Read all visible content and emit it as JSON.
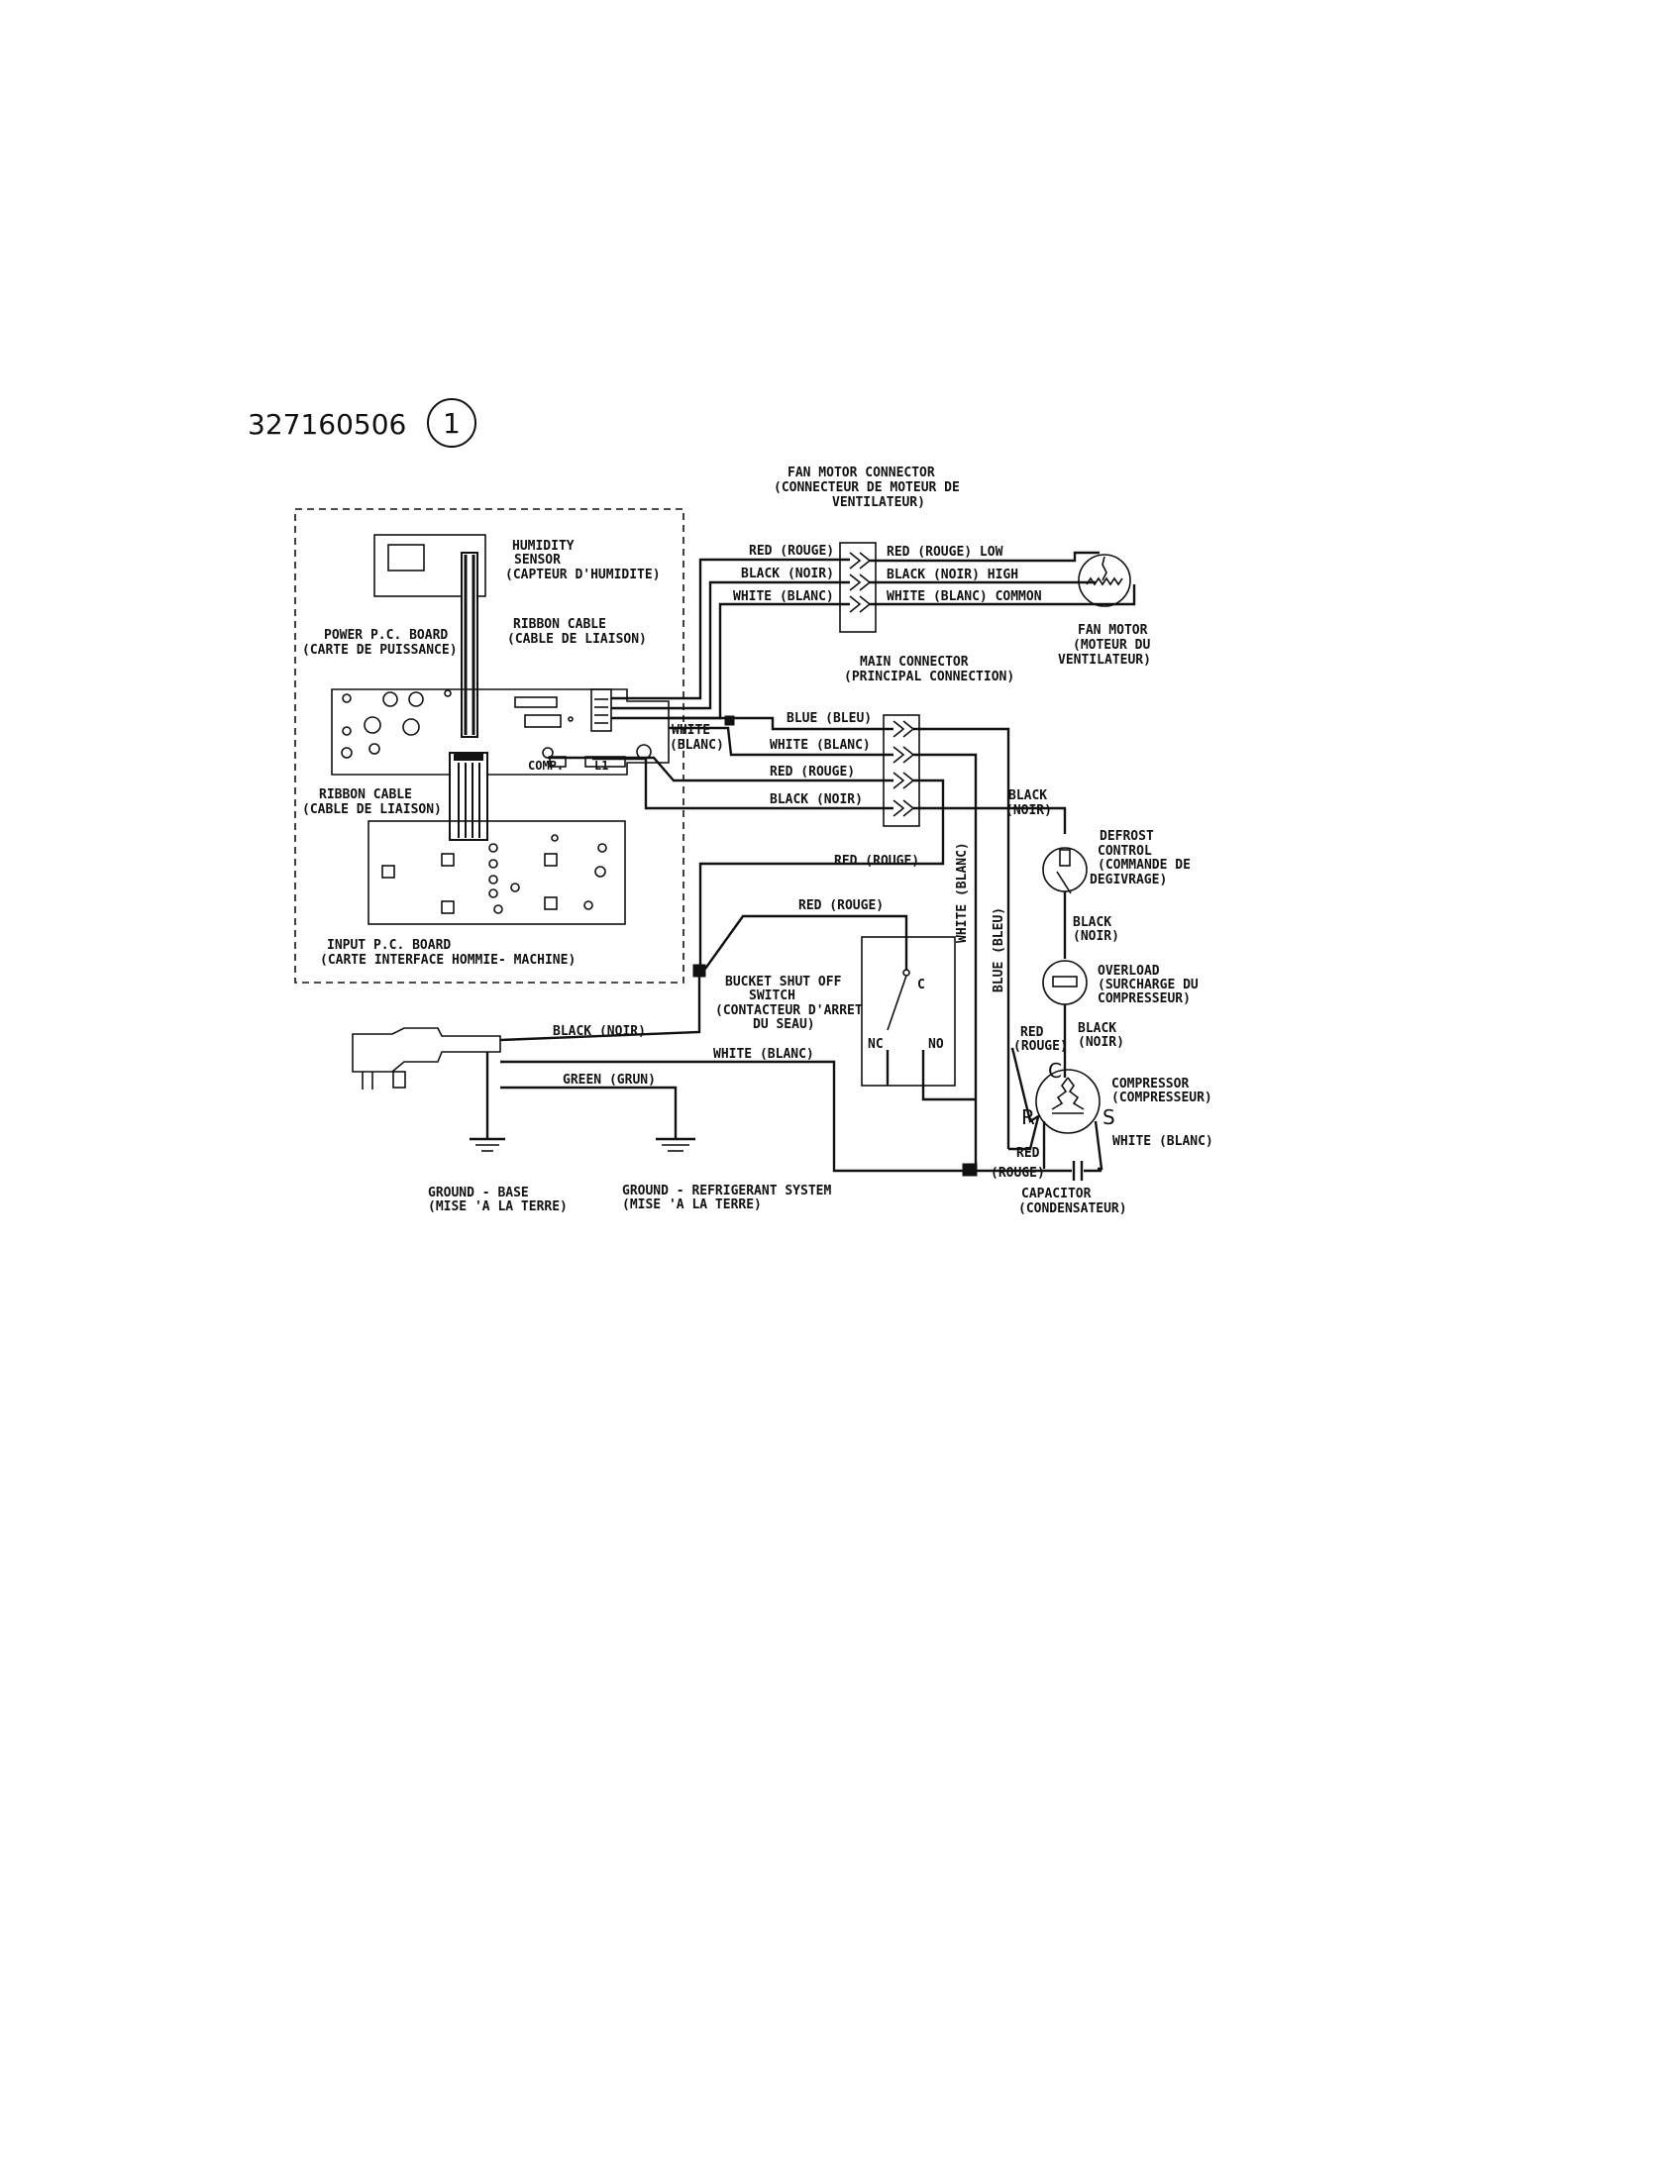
{
  "header": {
    "part_number": "327160506",
    "sheet_number": "1"
  },
  "labels": {
    "fan_connector": [
      "FAN MOTOR CONNECTOR",
      "(CONNECTEUR DE MOTEUR DE",
      "VENTILATEUR)"
    ],
    "fan_motor": [
      "FAN MOTOR",
      "(MOTEUR DU",
      "VENTILATEUR)"
    ],
    "main_connector": [
      "MAIN CONNECTOR",
      "(PRINCIPAL CONNECTION)"
    ],
    "humidity_sensor": [
      "HUMIDITY",
      "SENSOR",
      "(CAPTEUR D'HUMIDITE)"
    ],
    "ribbon_cable_top": [
      "RIBBON CABLE",
      "(CABLE DE LIAISON)"
    ],
    "power_board": [
      "POWER P.C. BOARD",
      "(CARTE DE PUISSANCE)"
    ],
    "ribbon_cable_bottom": [
      "RIBBON CABLE",
      "(CABLE DE LIAISON)"
    ],
    "input_board": [
      "INPUT P.C. BOARD",
      "(CARTE INTERFACE HOMMIE- MACHINE)"
    ],
    "comp": "COMP.",
    "l1": "L1",
    "defrost_control": [
      "DEFROST",
      "CONTROL",
      "(COMMANDE DE",
      "DEGIVRAGE)"
    ],
    "overload": [
      "OVERLOAD",
      "(SURCHARGE DU",
      "COMPRESSEUR)"
    ],
    "compressor": [
      "COMPRESSOR",
      "(COMPRESSEUR)"
    ],
    "capacitor": [
      "CAPACITOR",
      "(CONDENSATEUR)"
    ],
    "bucket_switch": [
      "BUCKET SHUT OFF",
      "SWITCH",
      "(CONTACTEUR D'ARRET",
      "DU SEAU)"
    ],
    "switch_c": "C",
    "switch_nc": "NC",
    "switch_no": "NO",
    "ground_base": [
      "GROUND - BASE",
      "(MISE 'A LA TERRE)"
    ],
    "ground_refrig": [
      "GROUND - REFRIGERANT SYSTEM",
      "(MISE 'A LA TERRE)"
    ],
    "term_c": "C",
    "term_r": "R",
    "term_s": "S"
  },
  "wires": {
    "fan_in_red": "RED (ROUGE)",
    "fan_in_black": "BLACK (NOIR)",
    "fan_in_white": "WHITE (BLANC)",
    "fan_out_red": "RED (ROUGE) LOW",
    "fan_out_black": "BLACK (NOIR) HIGH",
    "fan_out_white": "WHITE (BLANC) COMMON",
    "main_blue": "BLUE (BLEU)",
    "main_white": "WHITE (BLANC)",
    "main_red": "RED (ROUGE)",
    "main_black": "BLACK (NOIR)",
    "board_white": [
      "WHITE",
      "(BLANC)"
    ],
    "red_rouge_mid": "RED (ROUGE)",
    "red_rouge_switch": "RED (ROUGE)",
    "white_blanc_vertical": "WHITE (BLANC)",
    "blue_bleu_vertical": "BLUE (BLEU)",
    "black_noir_top": [
      "BLACK",
      "(NOIR)"
    ],
    "black_noir_mid": [
      "BLACK",
      "(NOIR)"
    ],
    "black_noir_low": [
      "BLACK",
      "(NOIR)"
    ],
    "red_rouge_comp": [
      "RED",
      "(ROUGE)"
    ],
    "white_blanc_comp": "WHITE (BLANC)",
    "red_rouge_cap": [
      "RED",
      "(ROUGE)"
    ],
    "plug_black": "BLACK (NOIR)",
    "plug_white": "WHITE (BLANC)",
    "plug_green": "GREEN (GRUN)"
  }
}
